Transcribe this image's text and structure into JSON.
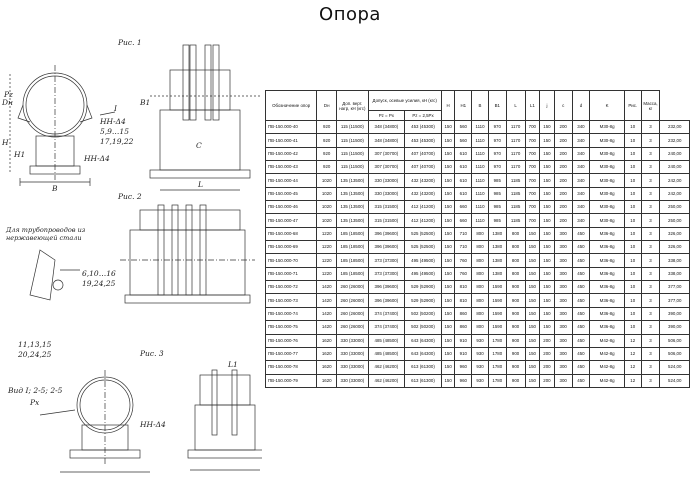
{
  "page": {
    "title": "Опора"
  },
  "drawings": {
    "fig1": "Рис. 1",
    "fig2": "Рис. 2",
    "fig3": "Рис. 3",
    "note_pipeline": "Для трубопроводов из нержавеющей стали",
    "labels": {
      "i_mark": "I",
      "d_n": "Dн",
      "h_a": "H",
      "h_b": "H1",
      "b_a": "B",
      "b_b": "B1",
      "l_a": "L",
      "l_b": "L1",
      "c_a": "C",
      "p_a": "Pz",
      "p_b": "Px",
      "weld1": "HН-Δ4",
      "weld2": "5,9…15",
      "weld3": "17,19,22",
      "weld4": "HН-Δ4",
      "ref1": "6,10…16",
      "ref2": "19,24,25",
      "ref3": "11,13,15",
      "ref4": "20,24,25",
      "ref5": "Вид I; 2-5; 2-5",
      "weld_fig3": "HН-Δ4"
    }
  },
  "table": {
    "headers": {
      "designation": "Обозначение опор",
      "dn": "Dн",
      "load": "Доп. верт. нагр, кН (кгс)",
      "allowed": "Допуск, осевые усилия, кН (кгс)",
      "pz_px": "Pz = Px",
      "pz_25": "Pz = 2,5Px",
      "h": "H",
      "h1": "H1",
      "b": "B",
      "b1": "B1",
      "l": "L",
      "l1": "L1",
      "j": "j",
      "c": "c",
      "d": "d",
      "k": "K",
      "fig": "Рис.",
      "mass": "Масса, кг"
    },
    "rows": [
      [
        "ПВ-150.000-40",
        "920",
        "115 (11500)",
        "348 (34800)",
        "453 (45300)",
        "150",
        "560",
        "1110",
        "970",
        "1170",
        "700",
        "150",
        "200",
        "340",
        "M30-8g",
        "10",
        "3",
        "232,00"
      ],
      [
        "ПВ-150.000-41",
        "920",
        "115 (11500)",
        "348 (34800)",
        "453 (45300)",
        "150",
        "560",
        "1110",
        "970",
        "1170",
        "700",
        "150",
        "200",
        "340",
        "M30-8g",
        "10",
        "3",
        "232,00"
      ],
      [
        "ПВ-150.000-42",
        "920",
        "115 (11500)",
        "307 (30700)",
        "407 (40700)",
        "150",
        "610",
        "1110",
        "970",
        "1170",
        "700",
        "150",
        "200",
        "340",
        "M30-8g",
        "10",
        "3",
        "240,00"
      ],
      [
        "ПВ-150.000-43",
        "920",
        "115 (11500)",
        "307 (30700)",
        "407 (40700)",
        "150",
        "610",
        "1110",
        "970",
        "1170",
        "700",
        "150",
        "200",
        "340",
        "M30-8g",
        "10",
        "3",
        "240,00"
      ],
      [
        "ПВ-150.000-44",
        "1020",
        "135 (13500)",
        "330 (33000)",
        "432 (43200)",
        "150",
        "610",
        "1110",
        "985",
        "1185",
        "700",
        "150",
        "200",
        "340",
        "M30-8g",
        "10",
        "3",
        "242,00"
      ],
      [
        "ПВ-150.000-45",
        "1020",
        "135 (13500)",
        "330 (33000)",
        "432 (43200)",
        "150",
        "610",
        "1110",
        "985",
        "1185",
        "700",
        "150",
        "200",
        "340",
        "M30-8g",
        "10",
        "3",
        "242,00"
      ],
      [
        "ПВ-150.000-46",
        "1020",
        "135 (13500)",
        "315 (31500)",
        "412 (41200)",
        "150",
        "660",
        "1110",
        "985",
        "1185",
        "700",
        "150",
        "200",
        "340",
        "M30-8g",
        "10",
        "3",
        "250,00"
      ],
      [
        "ПВ-150.000-47",
        "1020",
        "135 (13500)",
        "315 (31500)",
        "412 (41200)",
        "150",
        "660",
        "1110",
        "985",
        "1185",
        "700",
        "150",
        "200",
        "340",
        "M30-8g",
        "10",
        "3",
        "250,00"
      ],
      [
        "ПВ-150.000-68",
        "1220",
        "185 (18500)",
        "396 (39600)",
        "525 (52500)",
        "150",
        "710",
        "800",
        "1380",
        "800",
        "150",
        "150",
        "300",
        "450",
        "M36-8g",
        "10",
        "3",
        "326,00"
      ],
      [
        "ПВ-150.000-69",
        "1220",
        "185 (18500)",
        "396 (39600)",
        "525 (52500)",
        "150",
        "710",
        "800",
        "1380",
        "800",
        "150",
        "150",
        "300",
        "450",
        "M36-8g",
        "10",
        "3",
        "326,00"
      ],
      [
        "ПВ-150.000-70",
        "1220",
        "185 (18500)",
        "373 (37300)",
        "495 (49500)",
        "150",
        "760",
        "800",
        "1380",
        "800",
        "150",
        "150",
        "300",
        "450",
        "M36-8g",
        "10",
        "3",
        "338,00"
      ],
      [
        "ПВ-150.000-71",
        "1220",
        "185 (18500)",
        "373 (37300)",
        "495 (49500)",
        "150",
        "760",
        "800",
        "1380",
        "800",
        "150",
        "150",
        "300",
        "450",
        "M36-8g",
        "10",
        "3",
        "338,00"
      ],
      [
        "ПВ-150.000-72",
        "1420",
        "260 (26000)",
        "396 (39600)",
        "529 (52900)",
        "150",
        "810",
        "800",
        "1590",
        "900",
        "150",
        "150",
        "300",
        "450",
        "M36-8g",
        "10",
        "3",
        "377,00"
      ],
      [
        "ПВ-150.000-73",
        "1420",
        "260 (26000)",
        "396 (39600)",
        "529 (52900)",
        "150",
        "810",
        "800",
        "1590",
        "900",
        "150",
        "150",
        "300",
        "450",
        "M36-8g",
        "10",
        "3",
        "377,00"
      ],
      [
        "ПВ-150.000-74",
        "1420",
        "260 (26000)",
        "374 (37400)",
        "502 (50200)",
        "150",
        "860",
        "800",
        "1590",
        "900",
        "150",
        "150",
        "300",
        "450",
        "M36-8g",
        "10",
        "3",
        "390,00"
      ],
      [
        "ПВ-150.000-75",
        "1420",
        "260 (26000)",
        "374 (37400)",
        "502 (50200)",
        "150",
        "860",
        "800",
        "1590",
        "900",
        "150",
        "150",
        "300",
        "450",
        "M36-8g",
        "10",
        "3",
        "390,00"
      ],
      [
        "ПВ-150.000-76",
        "1620",
        "330 (33000)",
        "485 (48500)",
        "643 (64300)",
        "150",
        "910",
        "930",
        "1780",
        "900",
        "150",
        "200",
        "300",
        "450",
        "M42-8g",
        "12",
        "3",
        "506,00"
      ],
      [
        "ПВ-150.000-77",
        "1620",
        "330 (33000)",
        "485 (48500)",
        "643 (64300)",
        "150",
        "910",
        "930",
        "1780",
        "900",
        "150",
        "200",
        "300",
        "450",
        "M42-8g",
        "12",
        "3",
        "506,00"
      ],
      [
        "ПВ-150.000-78",
        "1620",
        "330 (33000)",
        "462 (46200)",
        "613 (61300)",
        "150",
        "960",
        "930",
        "1780",
        "900",
        "150",
        "200",
        "300",
        "450",
        "M42-8g",
        "12",
        "3",
        "524,00"
      ],
      [
        "ПВ-150.000-79",
        "1620",
        "330 (33000)",
        "462 (46200)",
        "613 (61300)",
        "150",
        "960",
        "930",
        "1780",
        "900",
        "150",
        "200",
        "300",
        "450",
        "M42-8g",
        "12",
        "3",
        "524,00"
      ]
    ]
  }
}
